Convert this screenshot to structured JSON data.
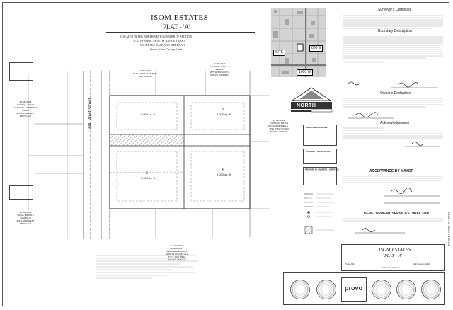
{
  "header": {
    "title": "ISOM ESTATES",
    "subtitle": "PLAT - 'A'",
    "location_lines": [
      "LOCATED IN THE NORTHWEST QUARTER OF SECTION",
      "11, TOWNSHIP 7 SOUTH, RANGE 2 EAST,",
      "SALT LAKE BASE AND MERIDIAN,",
      "Provo, Utah County, Utah"
    ]
  },
  "vicinity": {
    "site_label": "SITE",
    "street_label_1": "800 S",
    "street_label_2": "1600 W"
  },
  "north": {
    "label": "NORTH"
  },
  "street": {
    "name": "1600 West Street"
  },
  "lots": [
    {
      "number": "1",
      "area": "5,000 sq. ft."
    },
    {
      "number": "2",
      "area": "5,000 sq. ft."
    },
    {
      "number": "3",
      "area": "5,000 sq. ft."
    },
    {
      "number": "4",
      "area": "5,000 sq. ft."
    }
  ],
  "owners": {
    "top_left": [
      "21:061:0023",
      "HUTCHINGS, KATHRYN",
      "1606 (ST ALL)"
    ],
    "top_right": [
      "21:061:0020",
      "CANNON, VERA L &",
      "VERA L",
      "1575 W 800 SOUTH",
      "PROVO, UT 84601"
    ],
    "left_upper": [
      "21:041:0198",
      "PALMER, JACOB",
      "CARLSON & KIMBERLY",
      "JANAE",
      "Unit 5, 1582 WEST",
      "PROVO, UT"
    ],
    "left_lower": [
      "22:041:0001",
      "SMALL, BRIAN &",
      "SANDRA M",
      "672 S 1600 WEST",
      "PROVO, UT"
    ],
    "right_mid": [
      "21:041:0019",
      "JOHNSON, BRYAN",
      "ROYAL & MICHELLE L",
      "1531 W 800 SOUTH",
      "PROVO, UT 84601"
    ],
    "bottom": [
      "21:041:0019",
      "ISOM FAMILY",
      "REVOCABLE TRUST",
      "APRIL 14 2014 (ST ALL)",
      "672 S 1600 WEST",
      "PROVO, UT 84601"
    ]
  },
  "certificates": {
    "surveyor": "Surveyor's Certificate",
    "boundary": "Boundary Description",
    "owner": "Owner's Dedication",
    "acknowledgement": "Acknowledgement",
    "acceptance": "ACCEPTANCE BY MAYOR",
    "development": "DEVELOPMENT SERVICES DIRECTOR"
  },
  "tables": {
    "area": "AREA BREAKDOWN",
    "developer": "PROJECT DEVELOPER",
    "engineer": "PREPARED BY: ENGINEER & SURVEYOR"
  },
  "title_block": {
    "title": "ISOM ESTATES",
    "subtitle": "PLAT - 'A'",
    "city": "Provo City",
    "county": "Utah County, Utah",
    "scale": "Scale: 1\" = 20 Feet",
    "logo": "provo"
  },
  "margin_text": "PLAT - 'A' ISOM ESTATES"
}
